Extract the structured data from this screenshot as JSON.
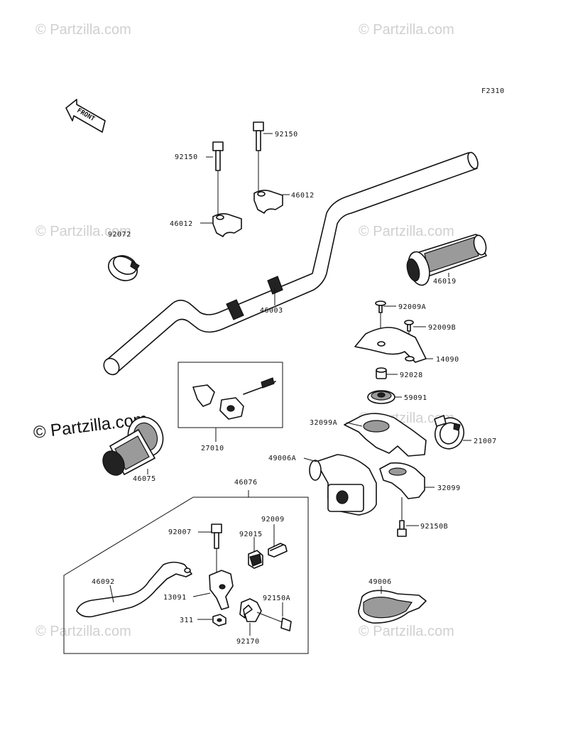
{
  "diagram_code": "F2310",
  "front_arrow_text": "FRONT",
  "watermark": {
    "text": "© Partzilla.com"
  },
  "parts": [
    {
      "id": "p92150-a",
      "label": "92150"
    },
    {
      "id": "p92150-b",
      "label": "92150"
    },
    {
      "id": "p46012-a",
      "label": "46012"
    },
    {
      "id": "p46012-b",
      "label": "46012"
    },
    {
      "id": "p92072",
      "label": "92072"
    },
    {
      "id": "p46003",
      "label": "46003"
    },
    {
      "id": "p46019",
      "label": "46019"
    },
    {
      "id": "p92009A",
      "label": "92009A"
    },
    {
      "id": "p92009B",
      "label": "92009B"
    },
    {
      "id": "p14090",
      "label": "14090"
    },
    {
      "id": "p92028",
      "label": "92028"
    },
    {
      "id": "p59091",
      "label": "59091"
    },
    {
      "id": "p32099A",
      "label": "32099A"
    },
    {
      "id": "p21007",
      "label": "21007"
    },
    {
      "id": "p49006A",
      "label": "49006A"
    },
    {
      "id": "p32099",
      "label": "32099"
    },
    {
      "id": "p92150B",
      "label": "92150B"
    },
    {
      "id": "p27010",
      "label": "27010"
    },
    {
      "id": "p46075",
      "label": "46075"
    },
    {
      "id": "p46076",
      "label": "46076"
    },
    {
      "id": "p92007",
      "label": "92007"
    },
    {
      "id": "p92015",
      "label": "92015"
    },
    {
      "id": "p92009",
      "label": "92009"
    },
    {
      "id": "p46092",
      "label": "46092"
    },
    {
      "id": "p13091",
      "label": "13091"
    },
    {
      "id": "p92150A",
      "label": "92150A"
    },
    {
      "id": "p311",
      "label": "311"
    },
    {
      "id": "p92170",
      "label": "92170"
    },
    {
      "id": "p49006",
      "label": "49006"
    }
  ]
}
